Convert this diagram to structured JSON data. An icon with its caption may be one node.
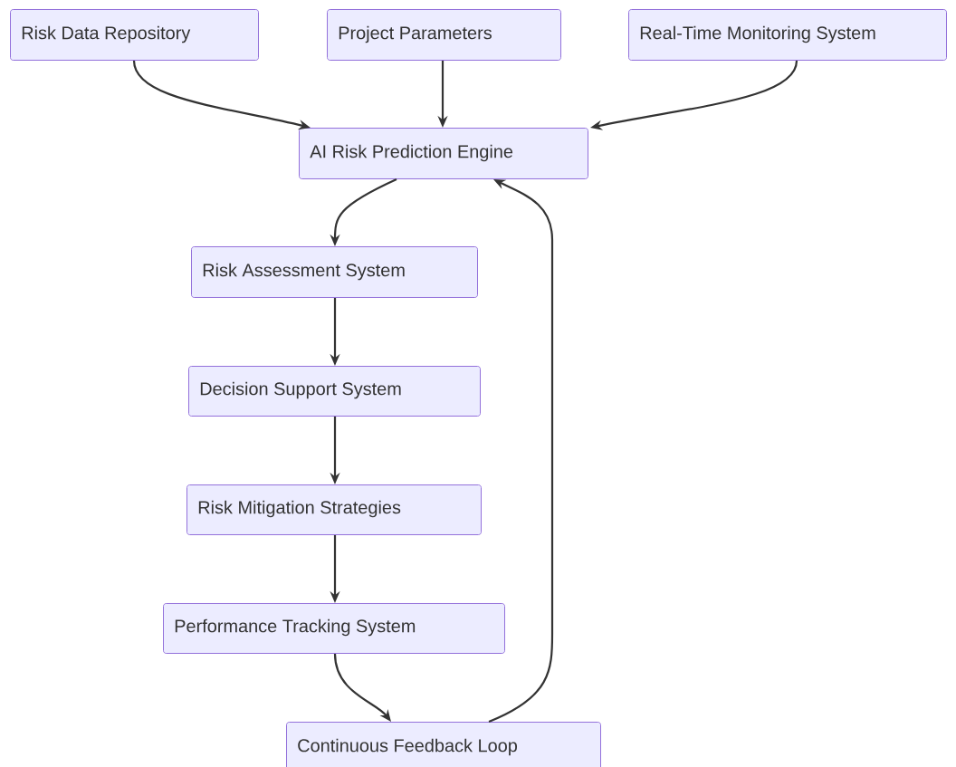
{
  "diagram": {
    "nodes": [
      {
        "text": [
          "Risk Data Repository"
        ]
      },
      {
        "text": [
          "Project Parameters"
        ]
      },
      {
        "text": [
          "Real-Time Monitoring System"
        ]
      },
      {
        "text": [
          "AI Risk Prediction Engine"
        ]
      },
      {
        "text": [
          "Risk Assessment System"
        ]
      },
      {
        "text": [
          "Decision Support System"
        ]
      },
      {
        "text": [
          "Risk Mitigation Strategies"
        ]
      },
      {
        "text": [
          "Performance Tracking System"
        ]
      },
      {
        "text": [
          "Continuous Feedback Loop"
        ]
      }
    ],
    "edges": [
      {
        "from": 0,
        "to": 3,
        "arrow": "to"
      },
      {
        "from": 1,
        "to": 3,
        "arrow": "to"
      },
      {
        "from": 2,
        "to": 3,
        "arrow": "to"
      },
      {
        "from": 3,
        "to": 4,
        "arrow": "to"
      },
      {
        "from": 4,
        "to": 5,
        "arrow": "to"
      },
      {
        "from": 5,
        "to": 6,
        "arrow": "to"
      },
      {
        "from": 6,
        "to": 7,
        "arrow": "to"
      },
      {
        "from": 7,
        "to": 8,
        "arrow": "to"
      },
      {
        "from": 8,
        "to": 3,
        "arrow": "to"
      }
    ]
  }
}
